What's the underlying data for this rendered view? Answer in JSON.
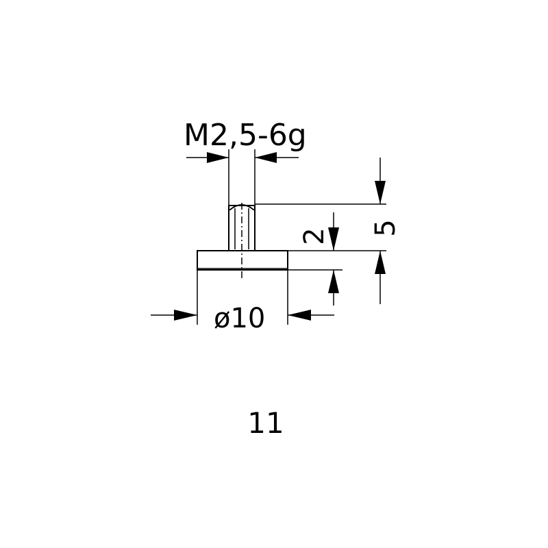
{
  "drawing": {
    "thread_label": "M2,5-6g",
    "pin_length_label": "2",
    "total_height_label": "5",
    "diameter_label": "ø10",
    "part_number": "11"
  },
  "colors": {
    "line": "#000000",
    "background": "#ffffff"
  }
}
